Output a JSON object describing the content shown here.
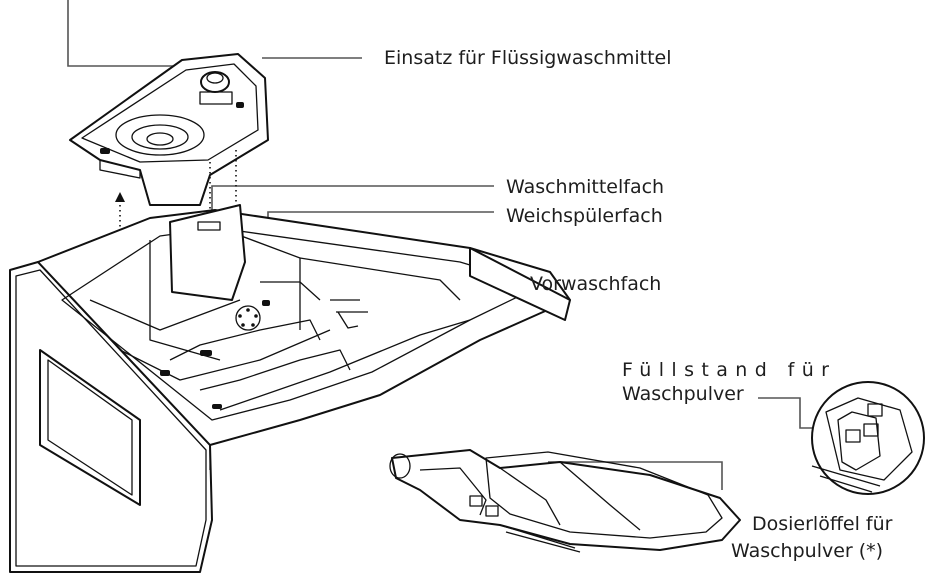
{
  "labels": {
    "liquid_insert": "Einsatz für Flüssigwaschmittel",
    "detergent_compartment": "Waschmittelfach",
    "softener_compartment": "Weichspülerfach",
    "prewash_compartment": "Vorwaschfach",
    "fill_level_line1": "Füllstand für",
    "fill_level_line2": "Waschpulver",
    "scoop_line1": "Dosierlöffel für",
    "scoop_line2": "Waschpulver (*)"
  }
}
